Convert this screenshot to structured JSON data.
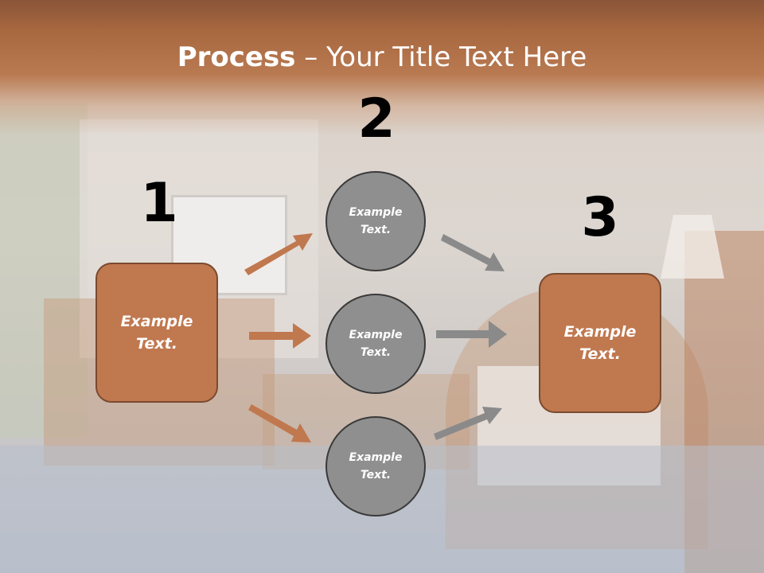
{
  "title": {
    "bold": "Process",
    "rest": " – Your Title Text Here"
  },
  "steps": [
    {
      "number": "1",
      "text": "Example\nText."
    },
    {
      "number": "2"
    },
    {
      "number": "3",
      "text": "Example\nText."
    }
  ],
  "circles": [
    {
      "text": "Example\nText."
    },
    {
      "text": "Example\nText."
    },
    {
      "text": "Example\nText."
    }
  ],
  "colors": {
    "title_band": "#b07048",
    "box_fill": "#c0784f",
    "box_border": "#7a4a2f",
    "circle_fill": "#8f8f8f",
    "circle_border": "#3a3a3a",
    "arrow_left": "#c0784f",
    "arrow_right": "#8a8a8a"
  }
}
